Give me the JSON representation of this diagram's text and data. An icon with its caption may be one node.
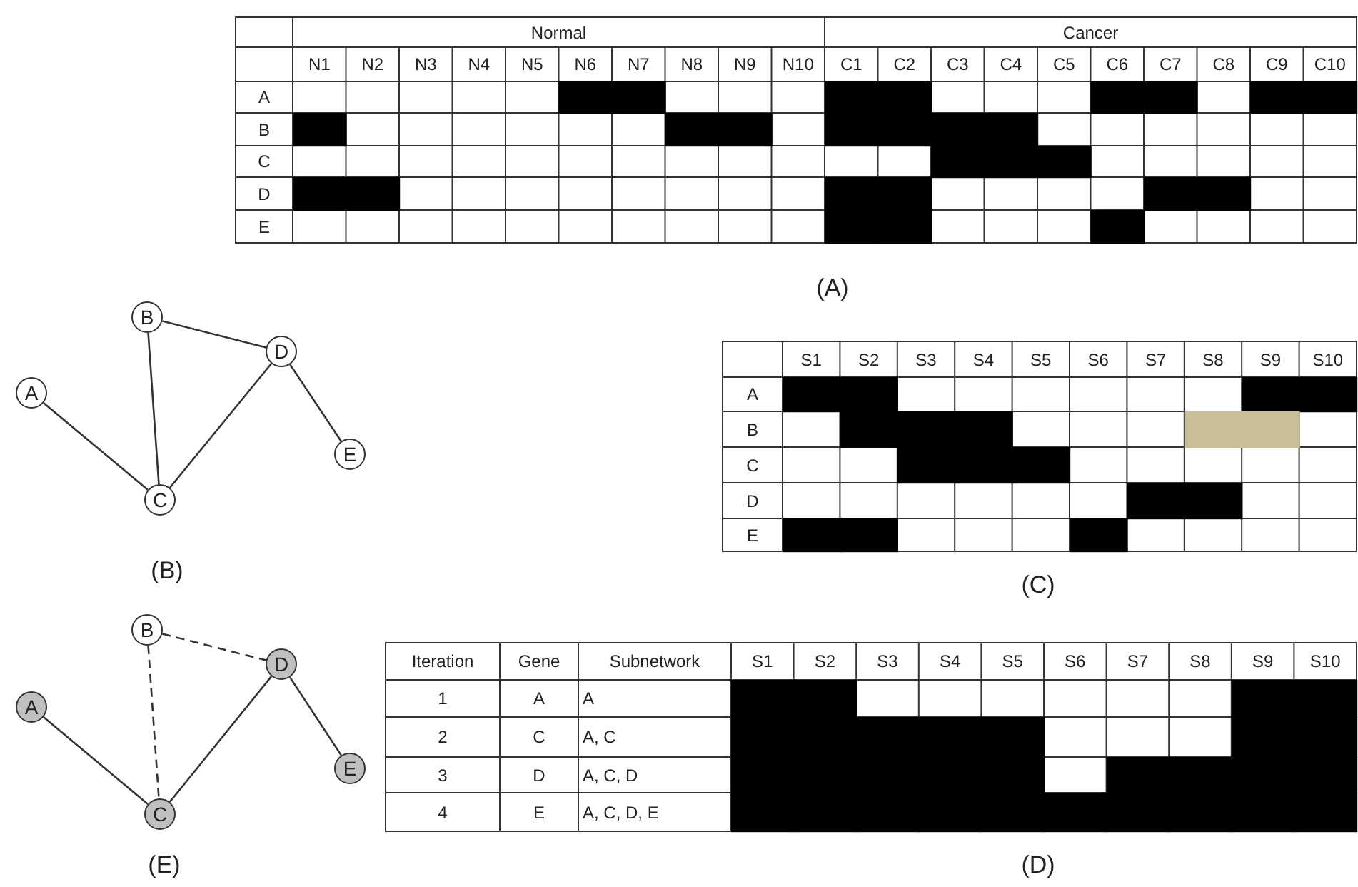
{
  "diagram": {
    "nodes": [
      {
        "text": [
          "A"
        ]
      },
      {
        "text": [
          "B"
        ]
      },
      {
        "text": [
          "C"
        ]
      },
      {
        "text": [
          "D"
        ]
      },
      {
        "text": [
          "E"
        ]
      },
      {
        "text": [
          "A"
        ]
      },
      {
        "text": [
          "B"
        ]
      },
      {
        "text": [
          "C"
        ]
      },
      {
        "text": [
          "D"
        ]
      },
      {
        "text": [
          "E"
        ]
      }
    ],
    "edges": [
      {
        "from": 0,
        "to": 2,
        "arrow": "none"
      },
      {
        "from": 1,
        "to": 2,
        "arrow": "none"
      },
      {
        "from": 1,
        "to": 3,
        "arrow": "none"
      },
      {
        "from": 2,
        "to": 3,
        "arrow": "none"
      },
      {
        "from": 3,
        "to": 4,
        "arrow": "none"
      },
      {
        "from": 5,
        "to": 7,
        "arrow": "none"
      },
      {
        "from": 6,
        "to": 7,
        "arrow": "none",
        "style": "dashed"
      },
      {
        "from": 6,
        "to": 8,
        "arrow": "none",
        "style": "dashed"
      },
      {
        "from": 7,
        "to": 8,
        "arrow": "none"
      },
      {
        "from": 8,
        "to": 9,
        "arrow": "none"
      }
    ],
    "labels": [
      "Normal",
      "Cancer",
      "N1",
      "N2",
      "N3",
      "N4",
      "N5",
      "N6",
      "N7",
      "N8",
      "N9",
      "N10",
      "C1",
      "C2",
      "C3",
      "C4",
      "C5",
      "C6",
      "C7",
      "C8",
      "C9",
      "C10",
      "A",
      "B",
      "C",
      "D",
      "E",
      "(A)",
      "S1",
      "S2",
      "S3",
      "S4",
      "S5",
      "S6",
      "S7",
      "S8",
      "S9",
      "S10",
      "A",
      "B",
      "C",
      "D",
      "E",
      "(B)",
      "(C)",
      "Iteration",
      "Gene",
      "Subnetwork",
      "S1",
      "S2",
      "S3",
      "S4",
      "S5",
      "S6",
      "S7",
      "S8",
      "S9",
      "S10",
      "1",
      "A",
      "A",
      "2",
      "C",
      "A, C",
      "3",
      "D",
      "A, C, D",
      "4",
      "E",
      "A, C, D, E",
      "(E)",
      "(D)"
    ]
  }
}
